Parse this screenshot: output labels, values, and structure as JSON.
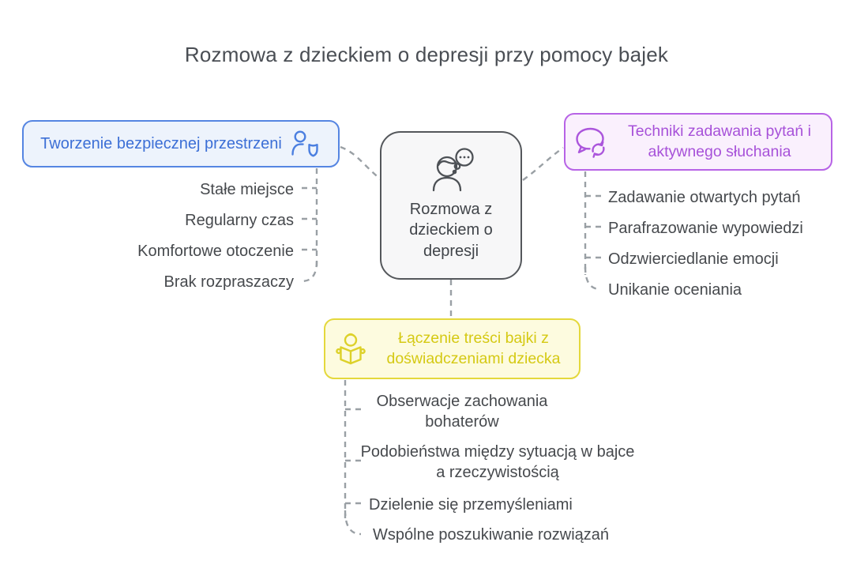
{
  "title": "Rozmowa z dzieckiem o depresji przy pomocy bajek",
  "center_node": {
    "label": "Rozmowa z dzieckiem o depresji",
    "icon": "person-thinking-icon"
  },
  "branches": {
    "safe_space": {
      "label": "Tworzenie bezpiecznej przestrzeni",
      "icon": "person-shield-icon",
      "accent_color": "#4b7fe0",
      "fill_color": "#edf3fc",
      "items": [
        "Stałe miejsce",
        "Regularny czas",
        "Komfortowe otoczenie",
        "Brak rozpraszaczy"
      ]
    },
    "questioning": {
      "label": "Techniki zadawania pytań i aktywnego słuchania",
      "icon": "chat-sync-icon",
      "accent_color": "#ab55dc",
      "fill_color": "#faf0fd",
      "items": [
        "Zadawanie otwartych pytań",
        "Parafrazowanie wypowiedzi",
        "Odzwierciedlanie emocji",
        "Unikanie oceniania"
      ]
    },
    "story_linking": {
      "label": "Łączenie treści bajki z doświadczeniami dziecka",
      "icon": "person-reading-book-icon",
      "accent_color": "#ddd12a",
      "fill_color": "#fdfbdf",
      "items": [
        "Obserwacje zachowania bohaterów",
        "Podobieństwa między sytuacją w bajce a rzeczywistością",
        "Dzielenie się przemyśleniami",
        "Wspólne poszukiwanie rozwiązań"
      ]
    }
  },
  "colors": {
    "background": "#ffffff",
    "center_border": "#54575b",
    "center_fill": "#f7f7f8",
    "connector": "#9aa0a5",
    "leaf_text": "#46494d",
    "title_text": "#4a4e54"
  }
}
